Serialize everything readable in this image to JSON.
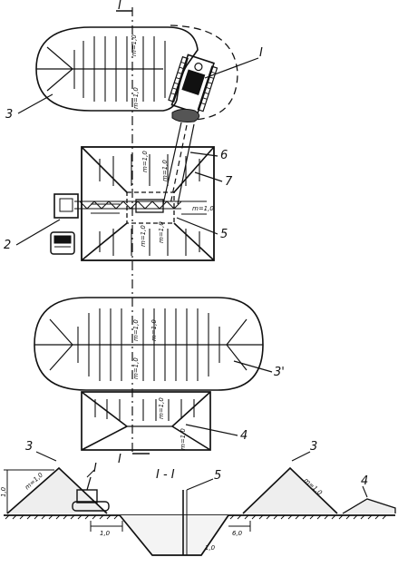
{
  "labels": {
    "section_top": "I",
    "section_bottom": "I",
    "section_title": "I - I",
    "excavator": "I",
    "excavator_section": "I",
    "n2": "2",
    "n3": "3",
    "n3p": "3'",
    "n4": "4",
    "n5": "5",
    "n6": "6",
    "n7": "7",
    "sec_n3a": "3",
    "sec_n3b": "3",
    "sec_n4": "4",
    "sec_n5": "5"
  },
  "slopes": {
    "m1": "m=1,0",
    "m2": "m=1,0",
    "m3": "m=1,0",
    "m4": "m=1,0",
    "m5": "m=1,0",
    "m6": "m=1,0",
    "m7": "m=1,0",
    "m8": "m=1,0",
    "m9": "m=1,0",
    "m10": "m=1,0",
    "m11": "m=1,0",
    "m12": "m=1,0",
    "m13": "m=1,0",
    "m14": "m=1,0"
  },
  "dims": {
    "h": "1,0",
    "d1": "1,0",
    "d2": "6,0",
    "d3": "1,0"
  }
}
